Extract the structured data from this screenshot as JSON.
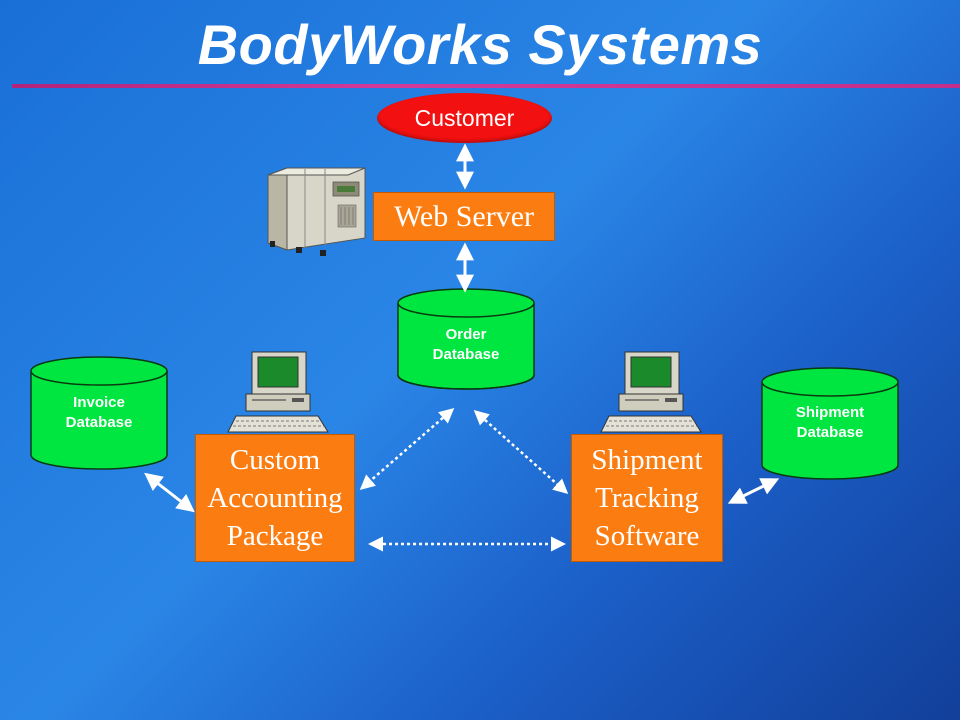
{
  "title": "BodyWorks Systems",
  "nodes": {
    "customer": "Customer",
    "web_server": "Web Server",
    "order_db": [
      "Order",
      "Database"
    ],
    "invoice_db": [
      "Invoice",
      "Database"
    ],
    "shipment_db": [
      "Shipment",
      "Database"
    ],
    "accounting": [
      "Custom",
      "Accounting",
      "Package"
    ],
    "tracking": [
      "Shipment",
      "Tracking",
      "Software"
    ]
  },
  "colors": {
    "box": "#fb7d12",
    "customer": "#f21010",
    "database": "#00e640",
    "rule": "#c32d8b"
  },
  "icons": [
    "server-icon",
    "workstation-icon"
  ]
}
